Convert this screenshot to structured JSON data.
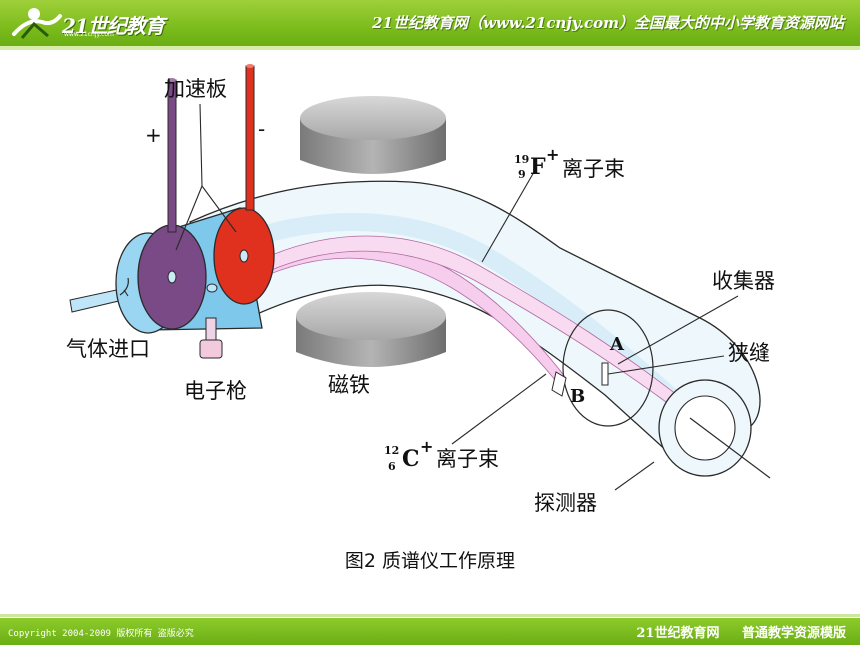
{
  "header": {
    "logo_text": "21世纪教育",
    "logo_url": "www.21cnjy.com",
    "slogan": "21世纪教育网（www.21cnjy.com）全国最大的中小学教育资源网站"
  },
  "diagram": {
    "label_accel_plates": "加速板",
    "label_plus": "+",
    "label_minus": "-",
    "label_gas_inlet": "气体进口",
    "label_electron_gun": "电子枪",
    "label_magnet": "磁铁",
    "label_f_beam_mass": "19",
    "label_f_beam_atomic": "9",
    "label_f_beam_symbol": "F",
    "label_f_beam_charge": "+",
    "label_f_beam_text": "离子束",
    "label_c_beam_mass": "12",
    "label_c_beam_atomic": "6",
    "label_c_beam_symbol": "C",
    "label_c_beam_charge": "+",
    "label_c_beam_text": "离子束",
    "label_collector": "收集器",
    "label_slit": "狭缝",
    "label_detector": "探测器",
    "label_a": "A",
    "label_b": "B",
    "caption": "图2 质谱仪工作原理"
  },
  "footer": {
    "copyright": "Copyright 2004-2009 版权所有 盗版必究",
    "right_text": "21世纪教育网 普通教学资源模版"
  },
  "colors": {
    "header_green": "#7cbc1c",
    "tube_light_blue": "#eaf6fb",
    "chamber_blue": "#7ec8ec",
    "purple_plate": "#7a4a86",
    "red_plate": "#e0301e",
    "beam_pink": "#f6cdec",
    "magnet_gray": "#9a9a9a"
  }
}
